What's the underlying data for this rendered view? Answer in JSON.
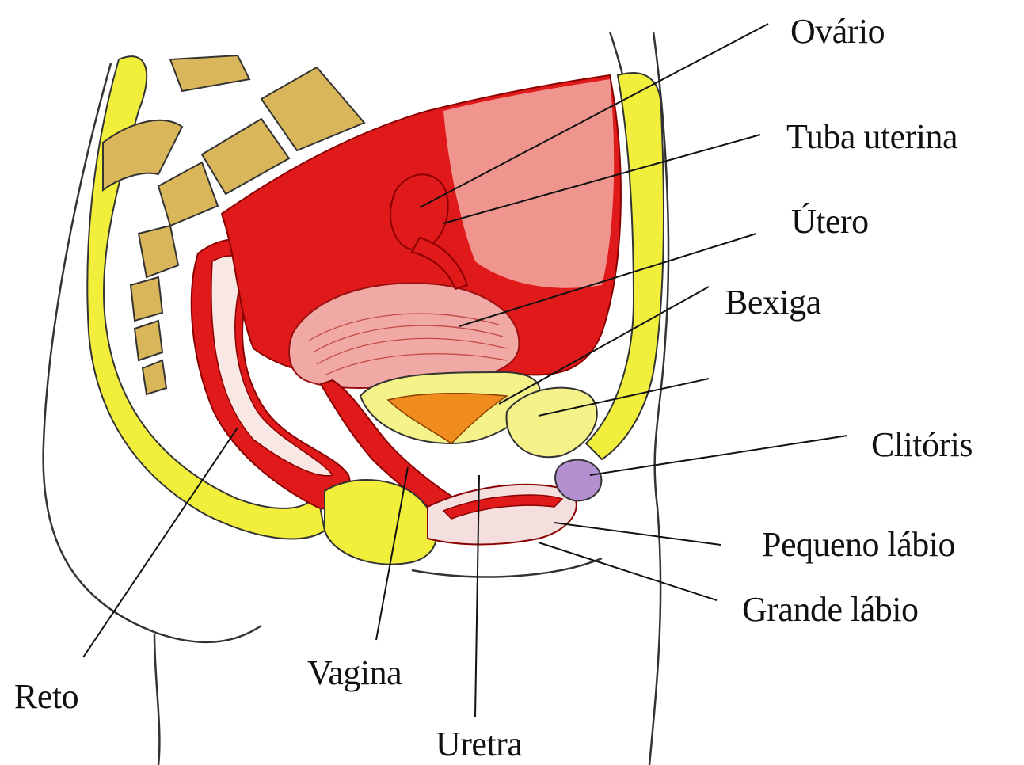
{
  "labels": {
    "ovario": "Ovário",
    "tuba_uterina": "Tuba uterina",
    "utero": "Útero",
    "bexiga": "Bexiga",
    "clitoris": "Clitóris",
    "pequeno_labio": "Pequeno lábio",
    "grande_labio": "Grande lábio",
    "reto": "Reto",
    "vagina": "Vagina",
    "uretra": "Uretra"
  },
  "colors": {
    "background": "#ffffff",
    "outline": "#222222",
    "fat_yellow": "#f2ef3c",
    "bone": "#d9b659",
    "uterus_red": "#e01a1a",
    "uterus_light": "#f0a9a4",
    "bladder_yellow": "#f5f28a",
    "clitoris_purple": "#b48fd0",
    "urethra_orange": "#f08c1e"
  }
}
